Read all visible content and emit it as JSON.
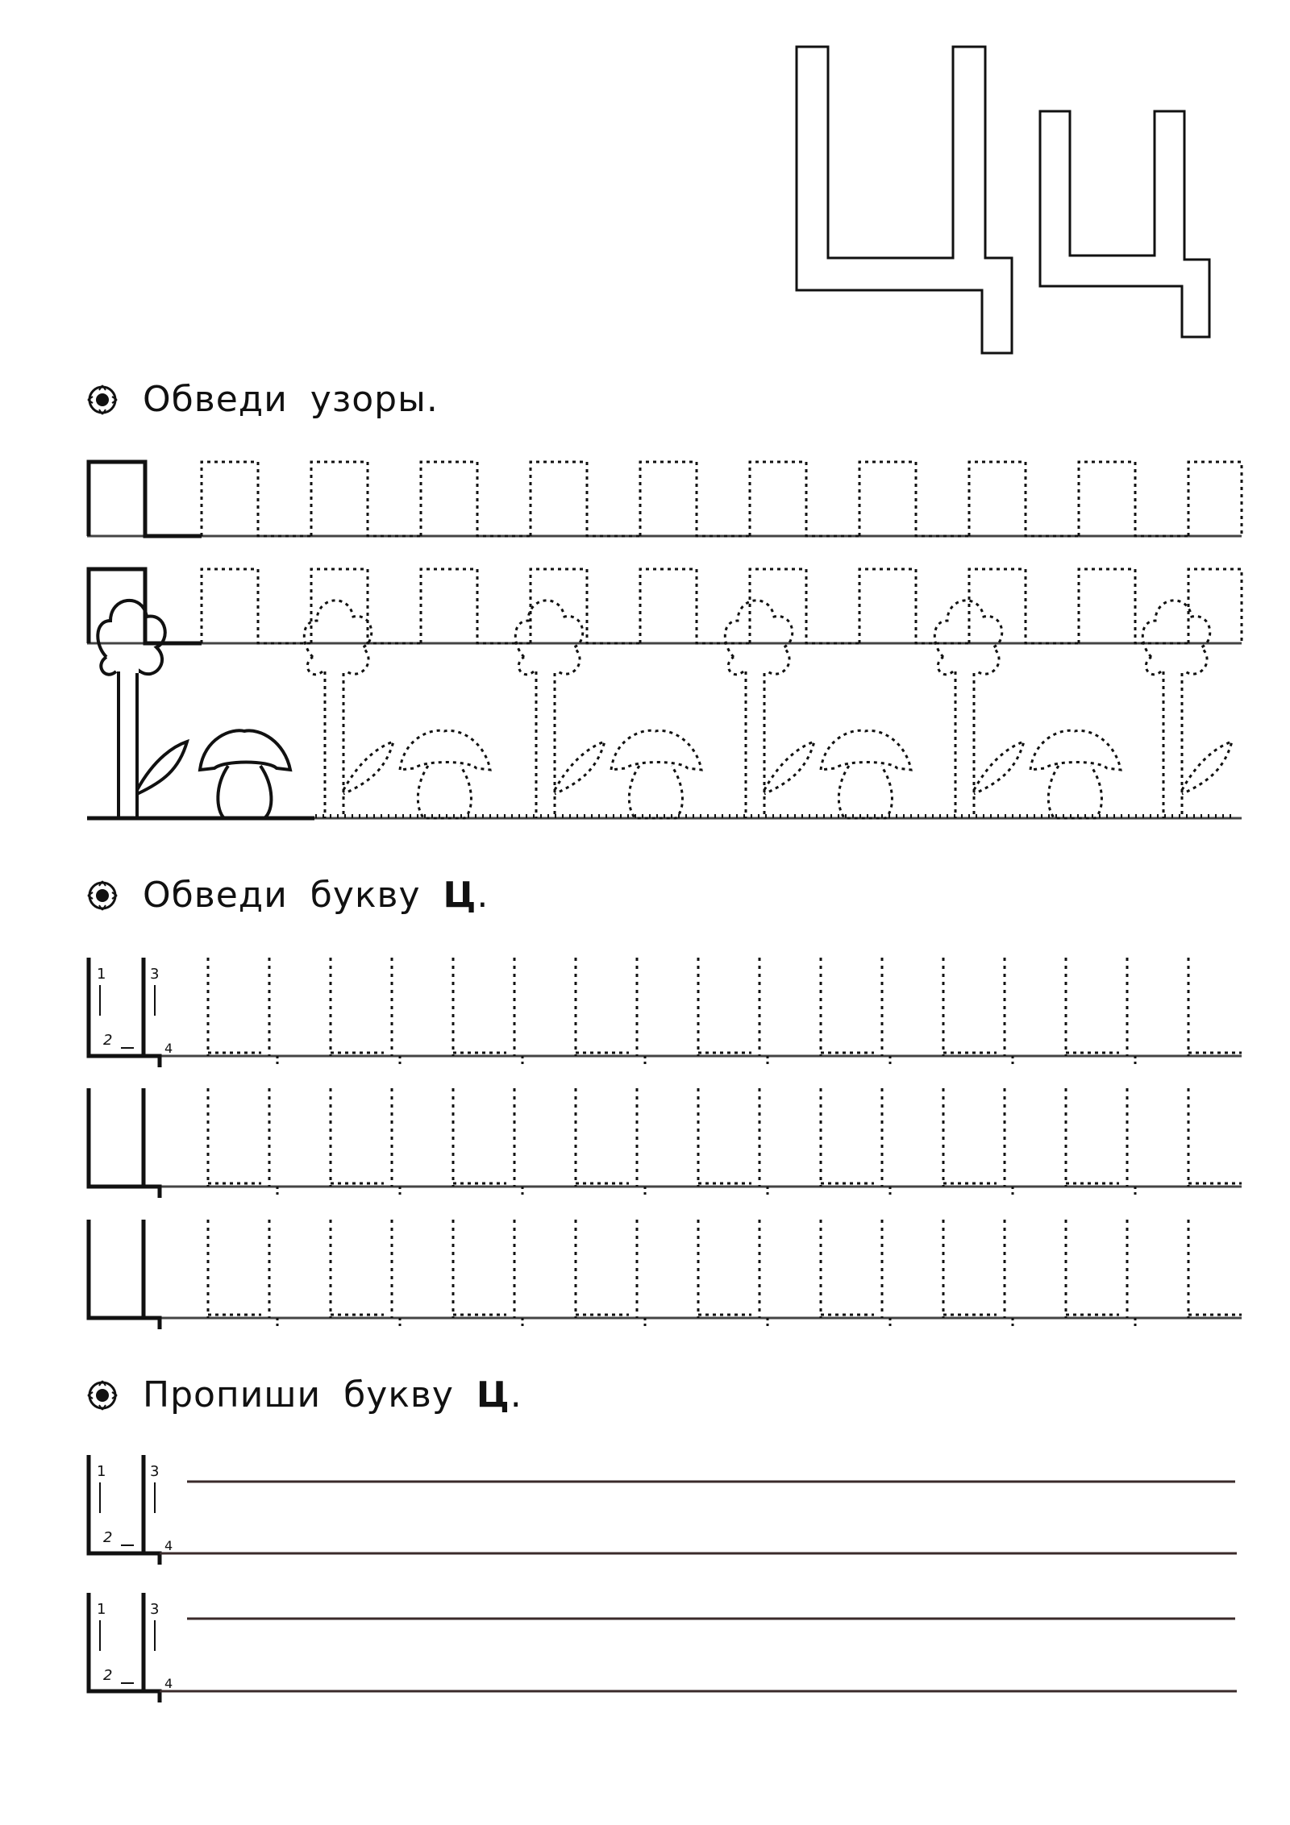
{
  "letter": "Ц",
  "instructions": [
    {
      "id": "trace-patterns",
      "parts": [
        "Обведи",
        "узоры."
      ],
      "highlight": ""
    },
    {
      "id": "trace-letter",
      "parts": [
        "Обведи",
        "букву"
      ],
      "highlight": "Ц",
      "tail": "."
    },
    {
      "id": "write-letter",
      "parts": [
        "Пропиши",
        "букву"
      ],
      "highlight": "Ц",
      "tail": "."
    }
  ],
  "stroke_numbers": [
    "1",
    "2",
    "3",
    "4"
  ],
  "colors": {
    "ink": "#111111",
    "rule": "#555555",
    "write_line": "#3a2a2a"
  }
}
